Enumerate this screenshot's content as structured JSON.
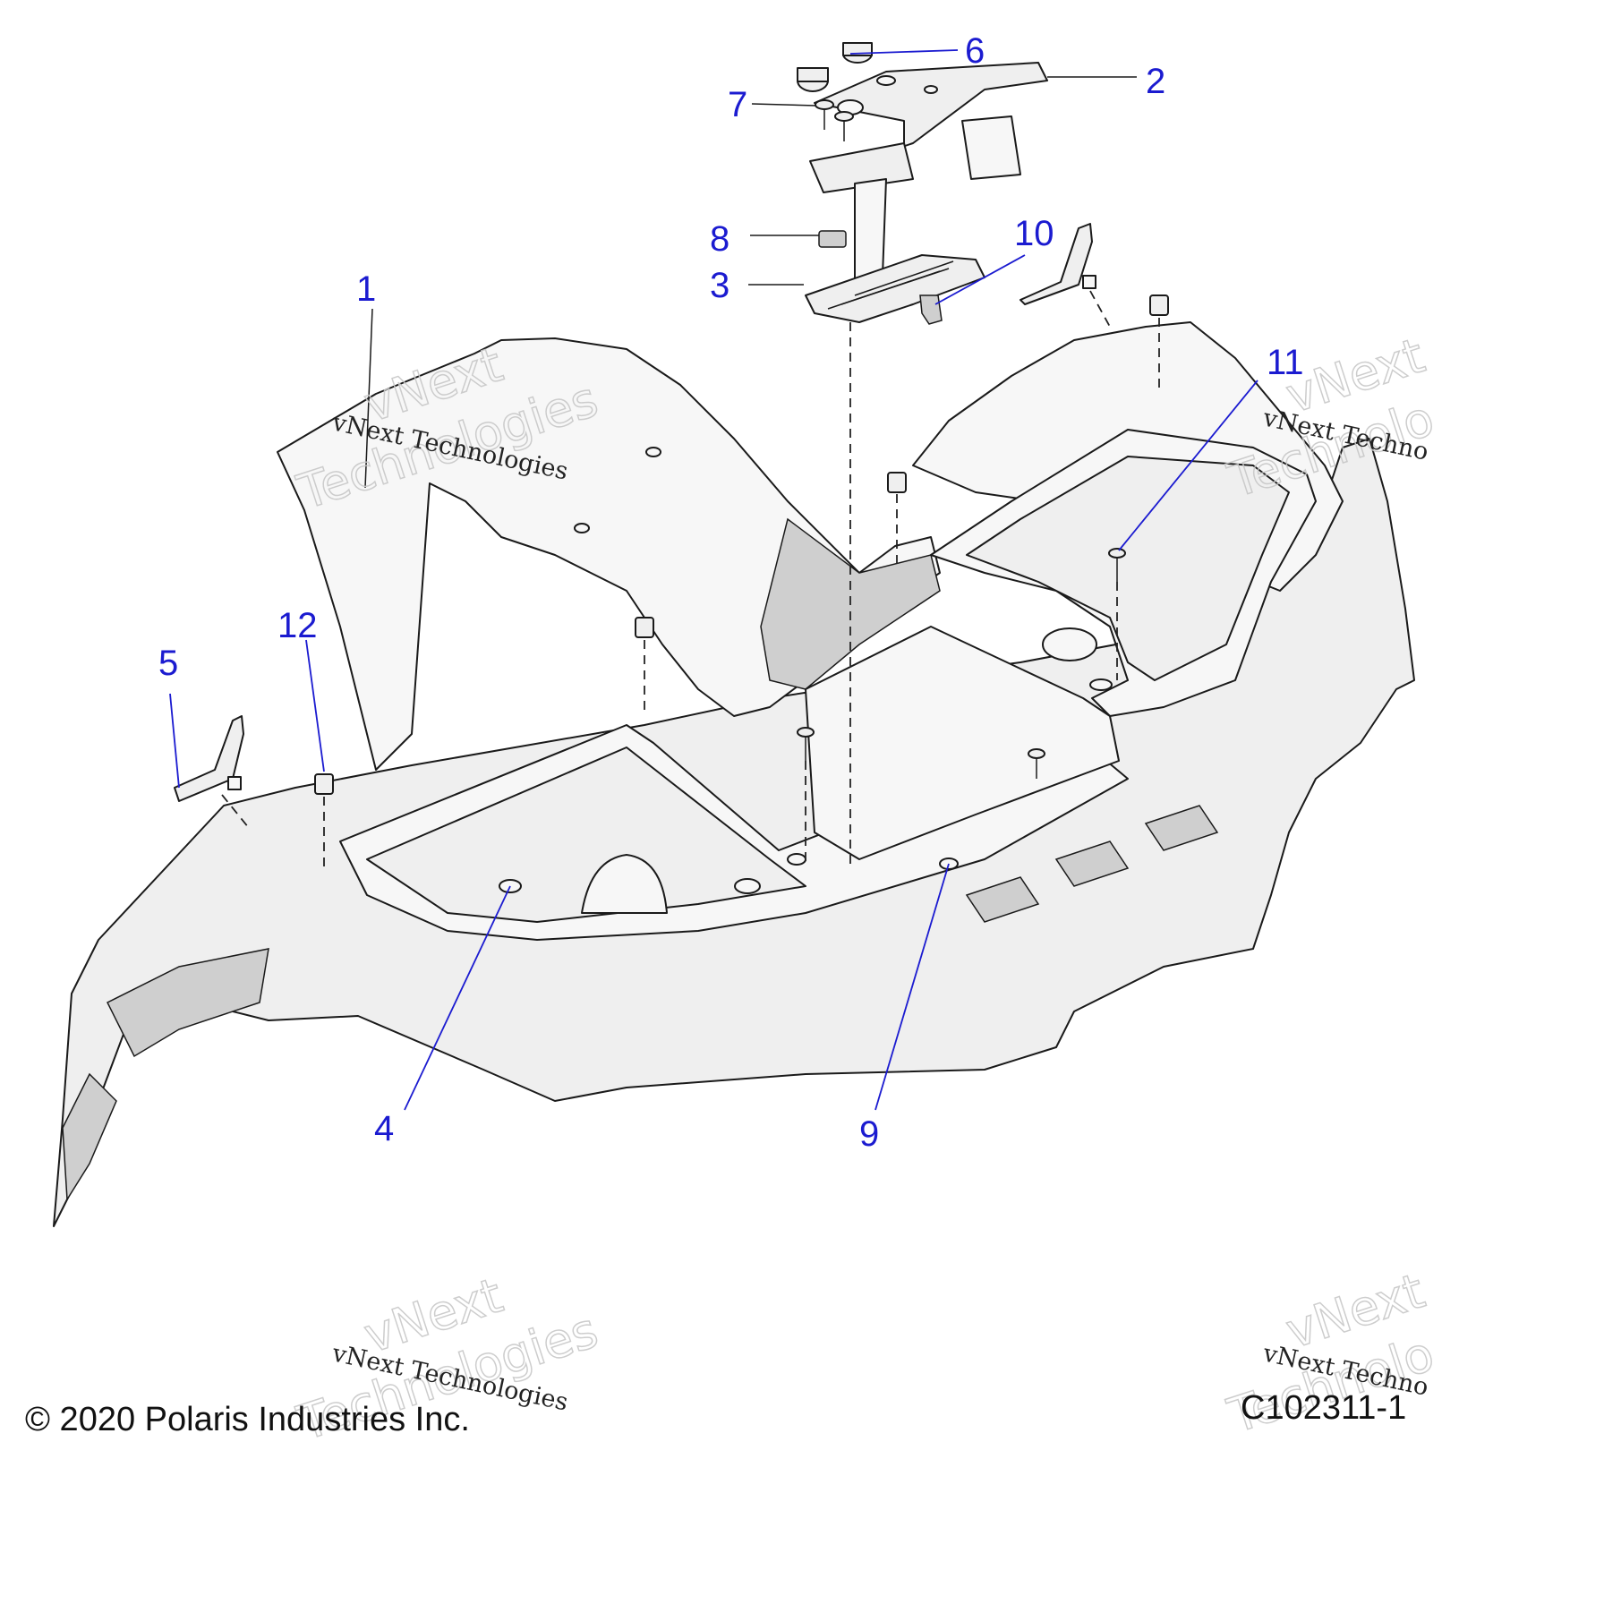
{
  "colors": {
    "callout": "#1b1bd0",
    "line": "#1a1a1a",
    "fill": "#efefef",
    "background": "#ffffff"
  },
  "callouts": [
    {
      "id": "1",
      "label": "1"
    },
    {
      "id": "2",
      "label": "2"
    },
    {
      "id": "3",
      "label": "3"
    },
    {
      "id": "4",
      "label": "4"
    },
    {
      "id": "5",
      "label": "5"
    },
    {
      "id": "6",
      "label": "6"
    },
    {
      "id": "7",
      "label": "7"
    },
    {
      "id": "8",
      "label": "8"
    },
    {
      "id": "9",
      "label": "9"
    },
    {
      "id": "10",
      "label": "10"
    },
    {
      "id": "11",
      "label": "11"
    },
    {
      "id": "12",
      "label": "12"
    }
  ],
  "watermark": {
    "line1": "vNext",
    "line2": "Technologies",
    "caption": "vNext Technologies",
    "caption_cropped": "vNext Techno",
    "line1_cropped": "vNext",
    "line2_cropped": "Technolo"
  },
  "footer": {
    "copyright": "© 2020 Polaris Industries Inc.",
    "figure_id": "C102311-1"
  }
}
